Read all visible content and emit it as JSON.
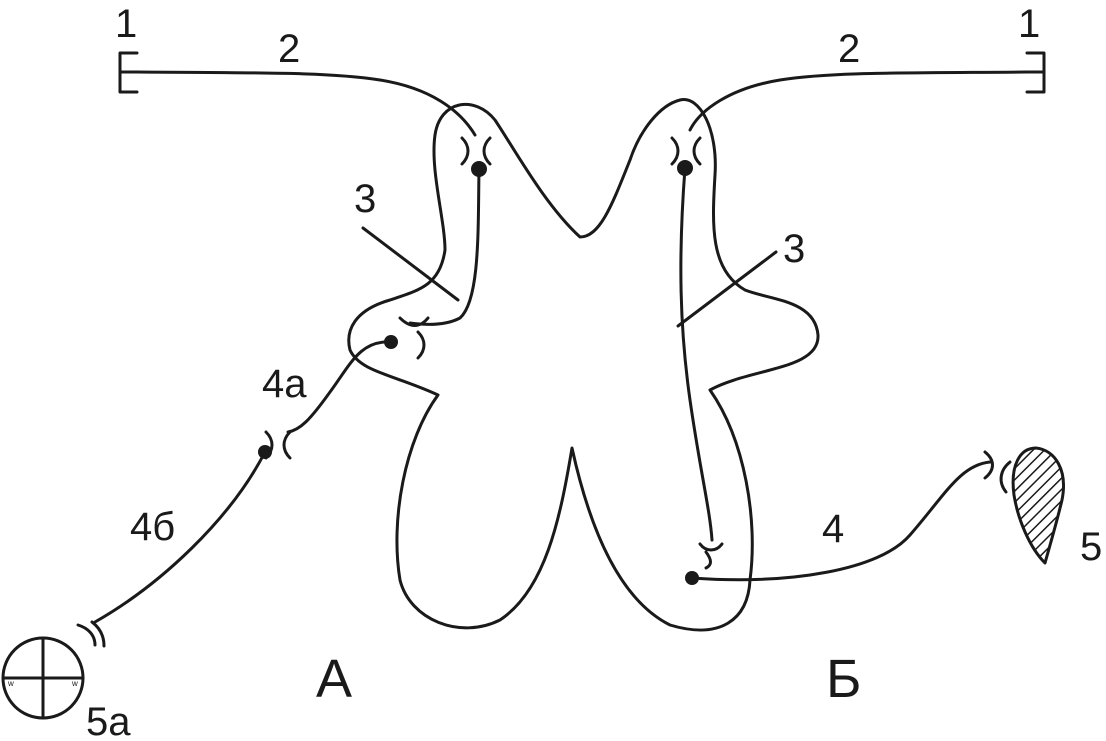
{
  "labels": {
    "receptor_left": "1",
    "receptor_right": "1",
    "afferent_left": "2",
    "afferent_right": "2",
    "interneuron_left": "3",
    "interneuron_right": "3",
    "preganglionic": "4а",
    "postganglionic": "4б",
    "motor_neuron": "4",
    "effector_smooth": "5а",
    "effector_muscle": "5",
    "reflex_autonomic": "А",
    "reflex_somatic": "Б"
  },
  "colors": {
    "stroke": "#1a1a1a",
    "background": "#ffffff"
  }
}
